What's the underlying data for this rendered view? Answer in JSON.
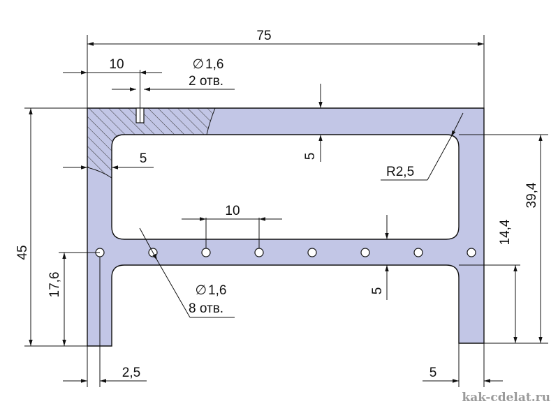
{
  "labels": {
    "overall_width": "75",
    "top_offset": "10",
    "top_hole_diameter": "1,6",
    "top_hole_count": "2 отв.",
    "left_wall": "5",
    "hole_pitch": "10",
    "radius": "R2,5",
    "top_wall": "5",
    "inner_height": "39,4",
    "crossbar_height": "14,4",
    "overall_height": "45",
    "hole_row_height": "17,6",
    "bottom_hole_diameter": "1,6",
    "bottom_hole_count": "8 отв.",
    "crossbar_wall": "5",
    "left_edge_offset": "2,5",
    "right_leg_width": "5",
    "diameter_symbol": "∅"
  },
  "watermark": "kak-cdelat.ru",
  "colors": {
    "part_fill": "#c2c6e6",
    "hatch": "#333333"
  },
  "holes": {
    "row_count": 8,
    "top_count": 2
  }
}
